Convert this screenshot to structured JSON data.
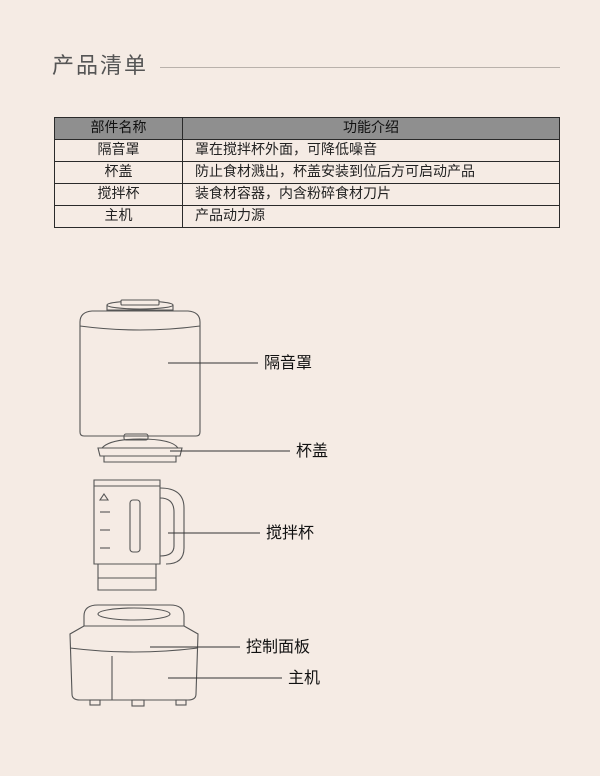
{
  "header": {
    "title": "产品清单"
  },
  "table": {
    "columns": [
      "部件名称",
      "功能介绍"
    ],
    "rows": [
      [
        "隔音罩",
        "罩在搅拌杯外面，可降低噪音"
      ],
      [
        "杯盖",
        "防止食材溅出，杯盖安装到位后方可启动产品"
      ],
      [
        "搅拌杯",
        "装食材容器，内含粉碎食材刀片"
      ],
      [
        "主机",
        "产品动力源"
      ]
    ]
  },
  "diagram": {
    "labels": {
      "cover": "隔音罩",
      "lid": "杯盖",
      "jar": "搅拌杯",
      "panel": "控制面板",
      "base": "主机"
    }
  }
}
